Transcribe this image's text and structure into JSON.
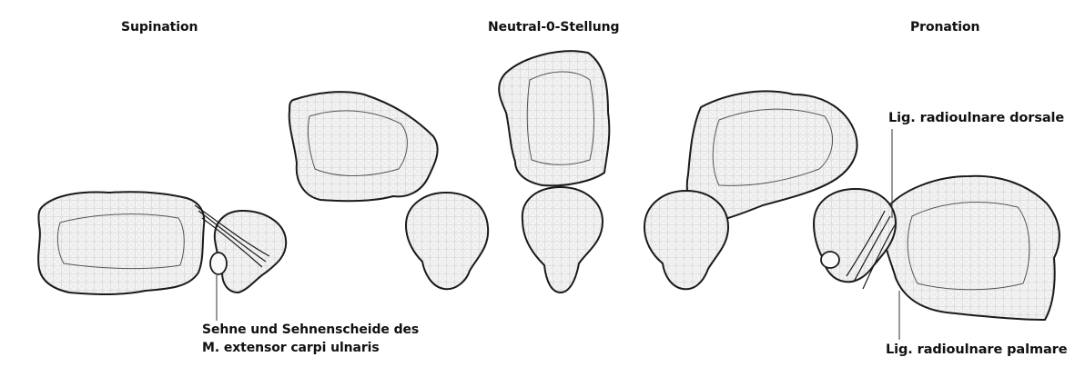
{
  "figure": {
    "positions": {
      "supination": "Supination",
      "neutral": "Neutral-0-Stellung",
      "pronation": "Pronation"
    },
    "annotations": {
      "lig_dorsale": "Lig. radioulnare dorsale",
      "tendon_line1": "Sehne und Sehnenscheide des",
      "tendon_line2": "M. extensor carpi ulnaris",
      "lig_palmare": "Lig. radioulnare palmare"
    },
    "colors": {
      "outline": "#1a1a1a",
      "fill": "#f4f4f4",
      "hatch": "#d6d6d6"
    }
  }
}
